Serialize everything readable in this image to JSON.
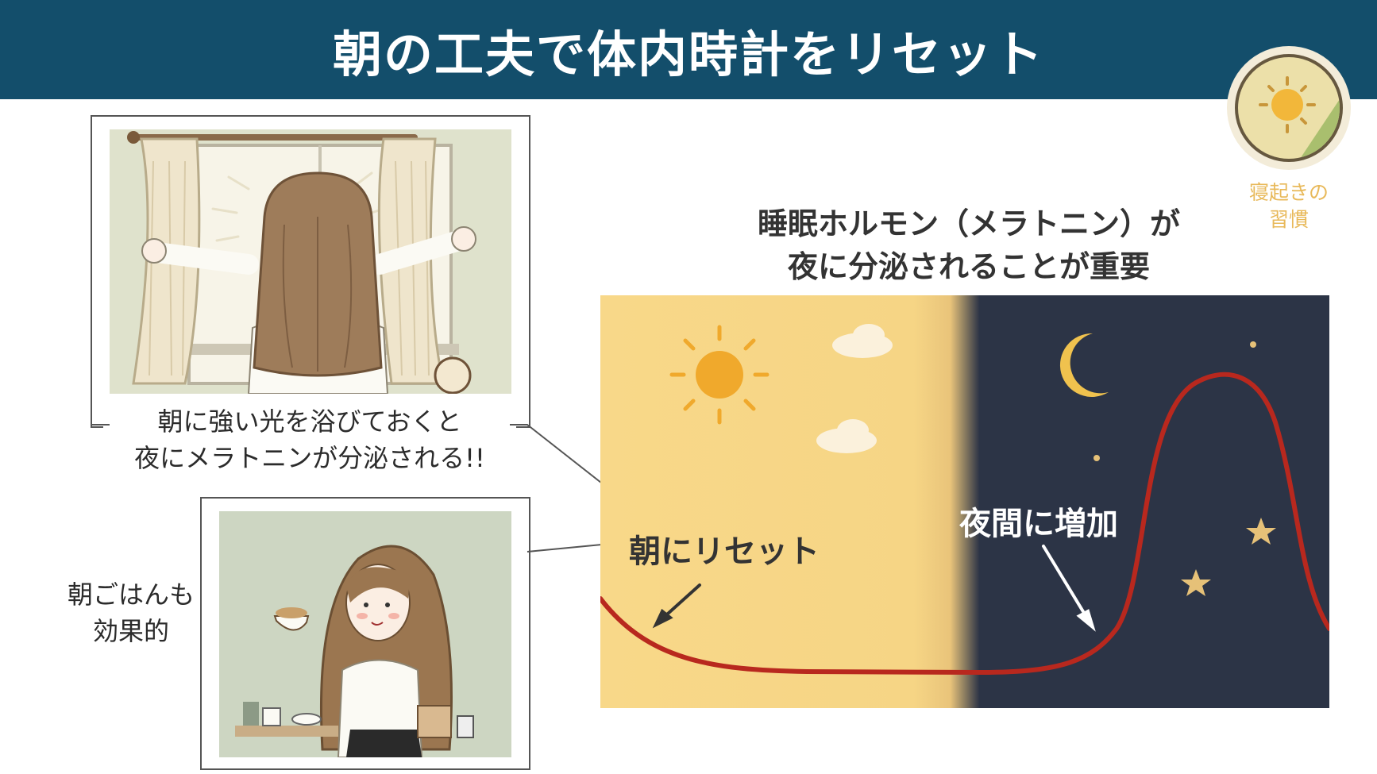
{
  "header": {
    "title": "朝の工夫で体内時計をリセット"
  },
  "badge": {
    "icon": "sunrise-icon",
    "caption_line1": "寝起きの",
    "caption_line2": "習慣"
  },
  "tip1": {
    "line1": "朝に強い光を浴びておくと",
    "line2": "夜にメラトニンが分泌される!!"
  },
  "tip2": {
    "line1": "朝ごはんも",
    "line2": "効果的"
  },
  "chart": {
    "title_line1": "睡眠ホルモン（メラトニン）が",
    "title_line2": "夜に分泌されることが重要",
    "label_morning": "朝にリセット",
    "label_night": "夜間に増加",
    "colors": {
      "day": "#f8d889",
      "night": "#2c3446",
      "curve": "#b8281e",
      "header": "#134e6b"
    }
  }
}
